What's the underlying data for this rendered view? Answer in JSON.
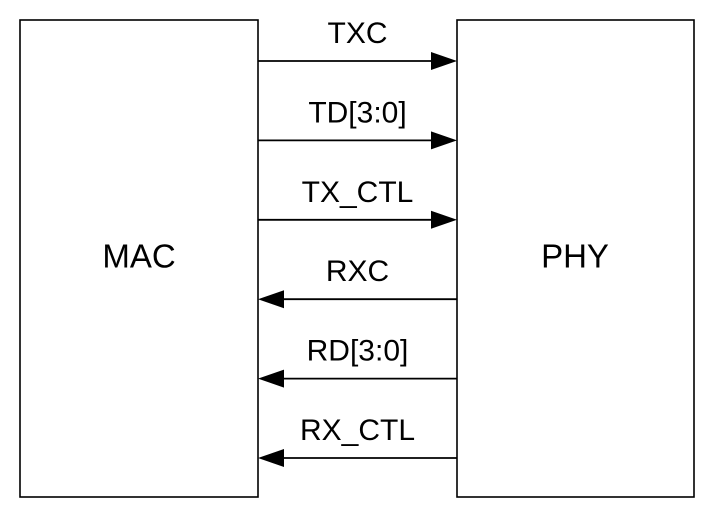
{
  "blocks": {
    "left": {
      "label": "MAC"
    },
    "right": {
      "label": "PHY"
    }
  },
  "signals": [
    {
      "label": "TXC",
      "direction": "to-right"
    },
    {
      "label": "TD[3:0]",
      "direction": "to-right"
    },
    {
      "label": "TX_CTL",
      "direction": "to-right"
    },
    {
      "label": "RXC",
      "direction": "to-left"
    },
    {
      "label": "RD[3:0]",
      "direction": "to-left"
    },
    {
      "label": "RX_CTL",
      "direction": "to-left"
    }
  ]
}
